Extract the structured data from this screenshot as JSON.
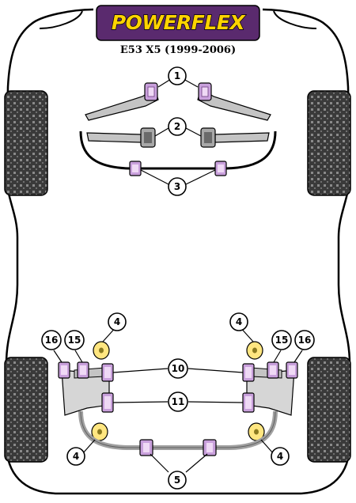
{
  "header": {
    "brand": "POWERFLEX",
    "subtitle": "E53 X5 (1999-2006)"
  },
  "callouts": {
    "c1": "1",
    "c2": "2",
    "c3": "3",
    "c4_tl": "4",
    "c4_tr": "4",
    "c4_bl": "4",
    "c4_br": "4",
    "c5": "5",
    "c10": "10",
    "c11": "11",
    "c15_l": "15",
    "c15_r": "15",
    "c16_l": "16",
    "c16_r": "16"
  },
  "colors": {
    "bushing": "#c9a0dc",
    "bushing_light": "#efd9f5",
    "bushing_dark": "#6e3d83",
    "metal": "#c4c4c4",
    "metal_dark": "#6a6a6a",
    "yellow": "#ffe680",
    "yellow_dark": "#8a7a20",
    "brand_yellow": "#ffd400",
    "tyre": "#555555"
  }
}
